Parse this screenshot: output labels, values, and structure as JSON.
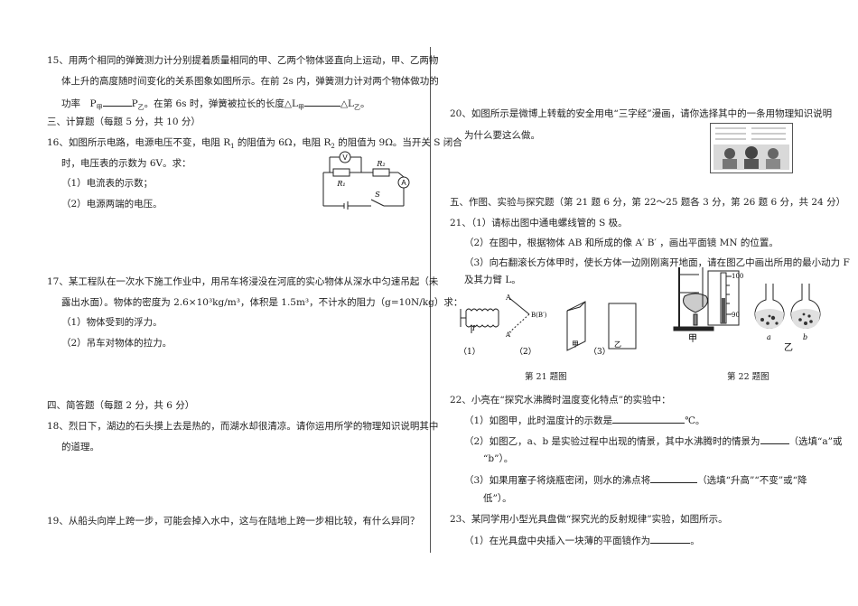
{
  "left": {
    "q15": {
      "l1": "15、用两个相同的弹簧测力计分别提着质量相同的甲、乙两个物体竖直向上运动，甲、乙两物",
      "l2": "体上升的高度随时间变化的关系图象如图所示。在前 2s 内，弹簧测力计对两个物体做功的",
      "l3a": "功率　P",
      "l3b": "甲",
      "l3c": "P",
      "l3d": "乙",
      "l3e": "。在第 6s 时，弹簧被拉长的长度△L",
      "l3f": "甲",
      "l3g": "△L",
      "l3h": "乙",
      "l3i": "。"
    },
    "sec3": "三、计算题（每题 5 分，共 10 分）",
    "q16": {
      "l1a": "16、如图所示电路，电源电压不变，电阻 R",
      "l1b": "1",
      "l1c": " 的阻值为 6Ω，电阻 R",
      "l1d": "2",
      "l1e": " 的阻值为 9Ω。当开关 S 闭合",
      "l2": "时，电压表的示数为 6V。求：",
      "s1": "（1）电流表的示数；",
      "s2": "（2）电源两端的电压。",
      "fig": {
        "v": "V",
        "a": "A",
        "r1": "R₁",
        "r2": "R₂",
        "s": "S"
      }
    },
    "q17": {
      "l1": "17、某工程队在一次水下施工作业中，用吊车将浸没在河底的实心物体从深水中匀速吊起（未",
      "l2": "露出水面）。物体的密度为 2.6×10³kg/m³，体积是 1.5m³，不计水的阻力（g=10N/kg）求：",
      "s1": "（1）物体受到的浮力。",
      "s2": "（2）吊车对物体的拉力。"
    },
    "sec4": "四、简答题（每题 2 分，共 6 分）",
    "q18": {
      "l1": "18、烈日下，湖边的石头摸上去是热的，而湖水却很清凉。请你运用所学的物理知识说明其中",
      "l2": "的道理。"
    },
    "q19": "19、从船头向岸上跨一步，可能会掉入水中，这与在陆地上跨一步相比较，有什么异同？"
  },
  "right": {
    "q20": {
      "l1": "20、如图所示是微博上转载的安全用电“三字经”漫画，请你选择其中的一条用物理知识说明",
      "l2": "为什么要这么做。"
    },
    "sec5": "五、作图、实验与探究题（第 21 题 6 分，第 22～25 题各 3 分，第 26 题 6 分，共 24 分）",
    "q21": {
      "l1": "21、（1）请标出图中通电螺线管的 S 极。",
      "l2": "（2）在图中，根据物体 AB 和所成的像 A′ B′ ，画出平面镜 MN 的位置。",
      "l3": "（3）向右翻滚长方体甲时，使长方体一边刚刚离开地面，请在图乙中画出所用的最小动力 F",
      "l4": "及其力臂 L。",
      "fig": {
        "i": "I",
        "a": "A",
        "b": "B",
        "ab2": "B(B′)",
        "a2": "A′",
        "n1": "（1）",
        "n2": "（2）",
        "n3": "（3）",
        "jia": "甲",
        "yi": "乙"
      },
      "caption": "第 21 题图"
    },
    "q22fig": {
      "t100": "100",
      "t90": "90",
      "jia": "甲",
      "yi": "乙",
      "a": "a",
      "b": "b",
      "caption": "第 22 题图"
    },
    "q22": {
      "l1": "22、小亮在“探究水沸腾时温度变化特点”的实验中：",
      "l2a": "（1）如图甲，此时温度计的示数是",
      "l2b": "℃。",
      "l3a": "（2）如图乙，a、b 是实验过程中出现的情景，其中水沸腾时的情景为",
      "l3b": "（选填“a”或",
      "l4": "“b”）。",
      "l5a": "（3）如果用塞子将烧瓶密闭，则水的沸点将",
      "l5b": "（选填“升高”“不变”或“降",
      "l6": "低”）。"
    },
    "q23": {
      "l1": "23、某同学用小型光具盘做“探究光的反射规律”实验，如图所示。",
      "l2a": "（1）在光具盘中央插入一块薄的平面镜作为",
      "l2b": "。"
    }
  }
}
